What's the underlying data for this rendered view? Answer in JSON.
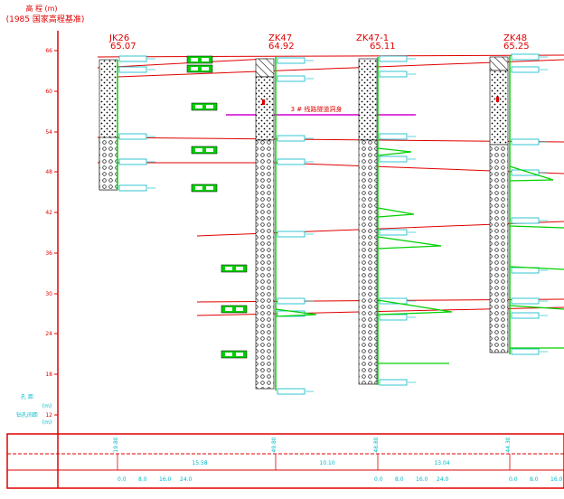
{
  "header": {
    "title_line1": "高 程 (m)",
    "title_line2": "(1985 国家高程基准)"
  },
  "elevation_axis": {
    "ticks": [
      "66",
      "60",
      "54",
      "48",
      "42",
      "36",
      "30",
      "24",
      "18",
      "12"
    ]
  },
  "boreholes": [
    {
      "id": "JK26",
      "elevation": "65.07"
    },
    {
      "id": "ZK47",
      "elevation": "64.92"
    },
    {
      "id": "ZK47-1",
      "elevation": "65.11"
    },
    {
      "id": "ZK48",
      "elevation": "65.25"
    }
  ],
  "annotations": {
    "line_label": "3 # 线路隧道洞身",
    "left_legend_1": "孔 距",
    "left_legend_2": "(m)",
    "left_legend_3": "钻孔间距",
    "left_legend_4": "(m)"
  },
  "footer": {
    "depth_values": [
      "19.80",
      "49.80",
      "48.80",
      "44.30"
    ],
    "spacing_values": [
      "15.58",
      "10.10",
      "13.04"
    ],
    "scale_labels": [
      "0.0",
      "8.0",
      "16.0",
      "24.0"
    ]
  },
  "colors": {
    "red": "#e00000",
    "green": "#00d000",
    "cyan": "#00b8c8",
    "magenta": "#d000d0",
    "black": "#000000"
  }
}
